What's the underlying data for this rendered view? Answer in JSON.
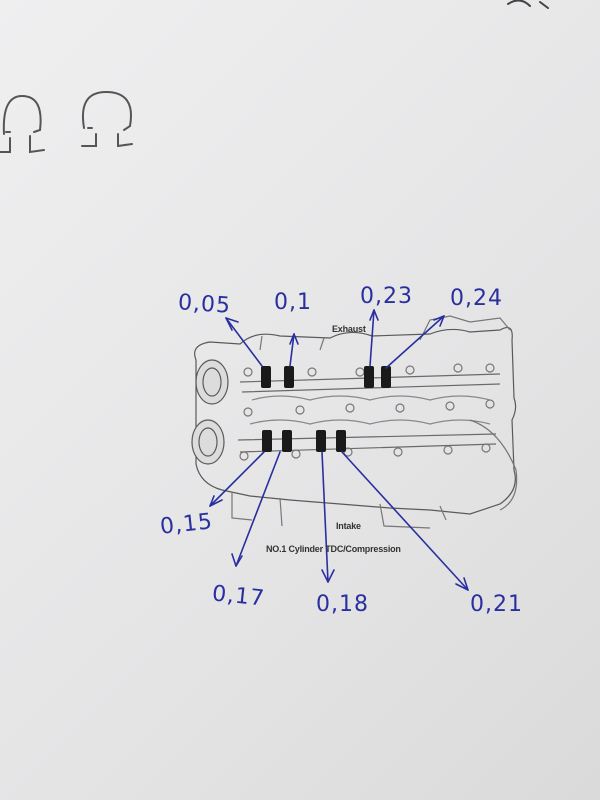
{
  "diagram": {
    "exhaust_label": "Exhaust",
    "intake_label": "Intake",
    "caption": "NO.1 Cylinder TDC/Compression"
  },
  "handwritten_values": {
    "exhaust": [
      "0,05",
      "0,1",
      "0,23",
      "0,24"
    ],
    "intake": [
      "0,15",
      "0,17",
      "0,18",
      "0,21"
    ]
  },
  "colors": {
    "paper": "#e8e8e9",
    "pen_blue": "#2a2fa0",
    "print_gray": "#555555",
    "shim_black": "#1a1a1a"
  }
}
